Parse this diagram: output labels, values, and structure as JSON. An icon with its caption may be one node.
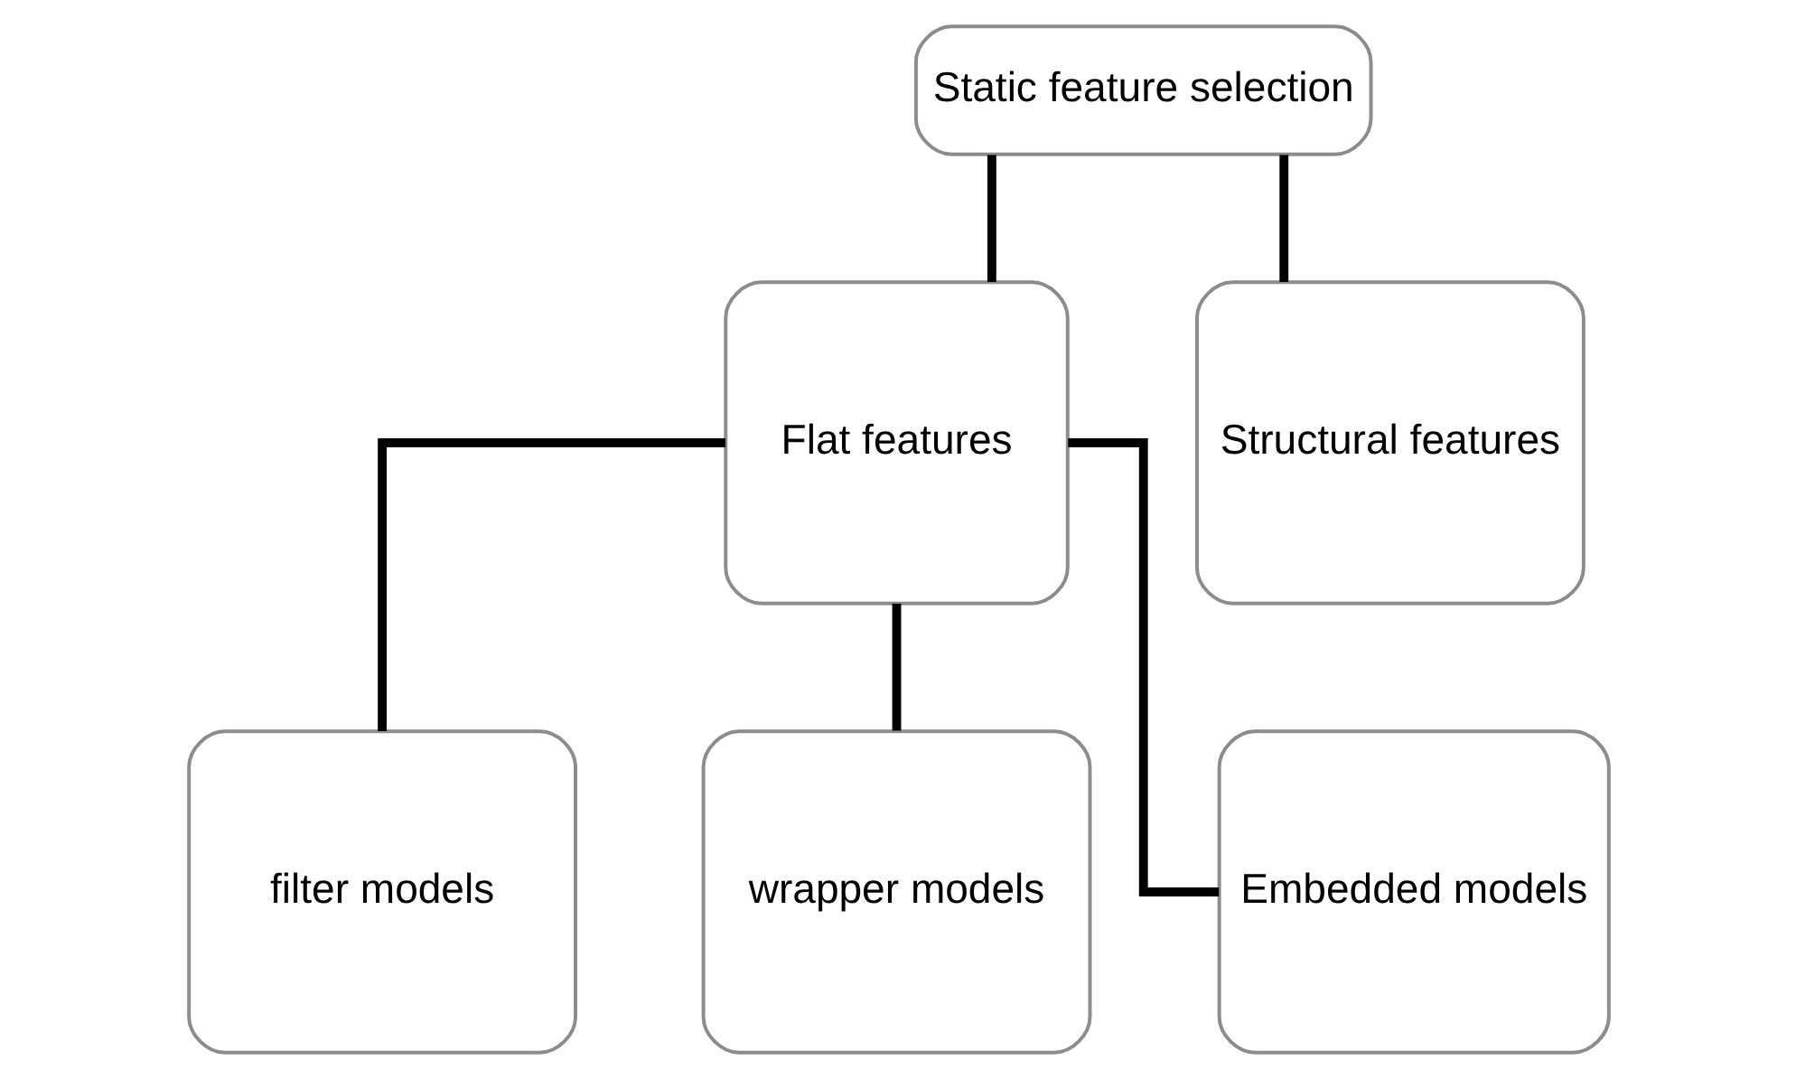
{
  "diagram": {
    "nodes": [
      {
        "text": [
          "Static feature selection"
        ]
      },
      {
        "text": [
          "Flat features"
        ]
      },
      {
        "text": [
          "Structural features"
        ]
      },
      {
        "text": [
          "filter models"
        ]
      },
      {
        "text": [
          "wrapper models"
        ]
      },
      {
        "text": [
          "Embedded models"
        ]
      }
    ],
    "edges": [
      {
        "from": 0,
        "to": 1,
        "arrow": "none"
      },
      {
        "from": 0,
        "to": 2,
        "arrow": "none"
      },
      {
        "from": 1,
        "to": 3,
        "arrow": "none"
      },
      {
        "from": 1,
        "to": 4,
        "arrow": "none"
      },
      {
        "from": 1,
        "to": 5,
        "arrow": "none"
      }
    ]
  }
}
